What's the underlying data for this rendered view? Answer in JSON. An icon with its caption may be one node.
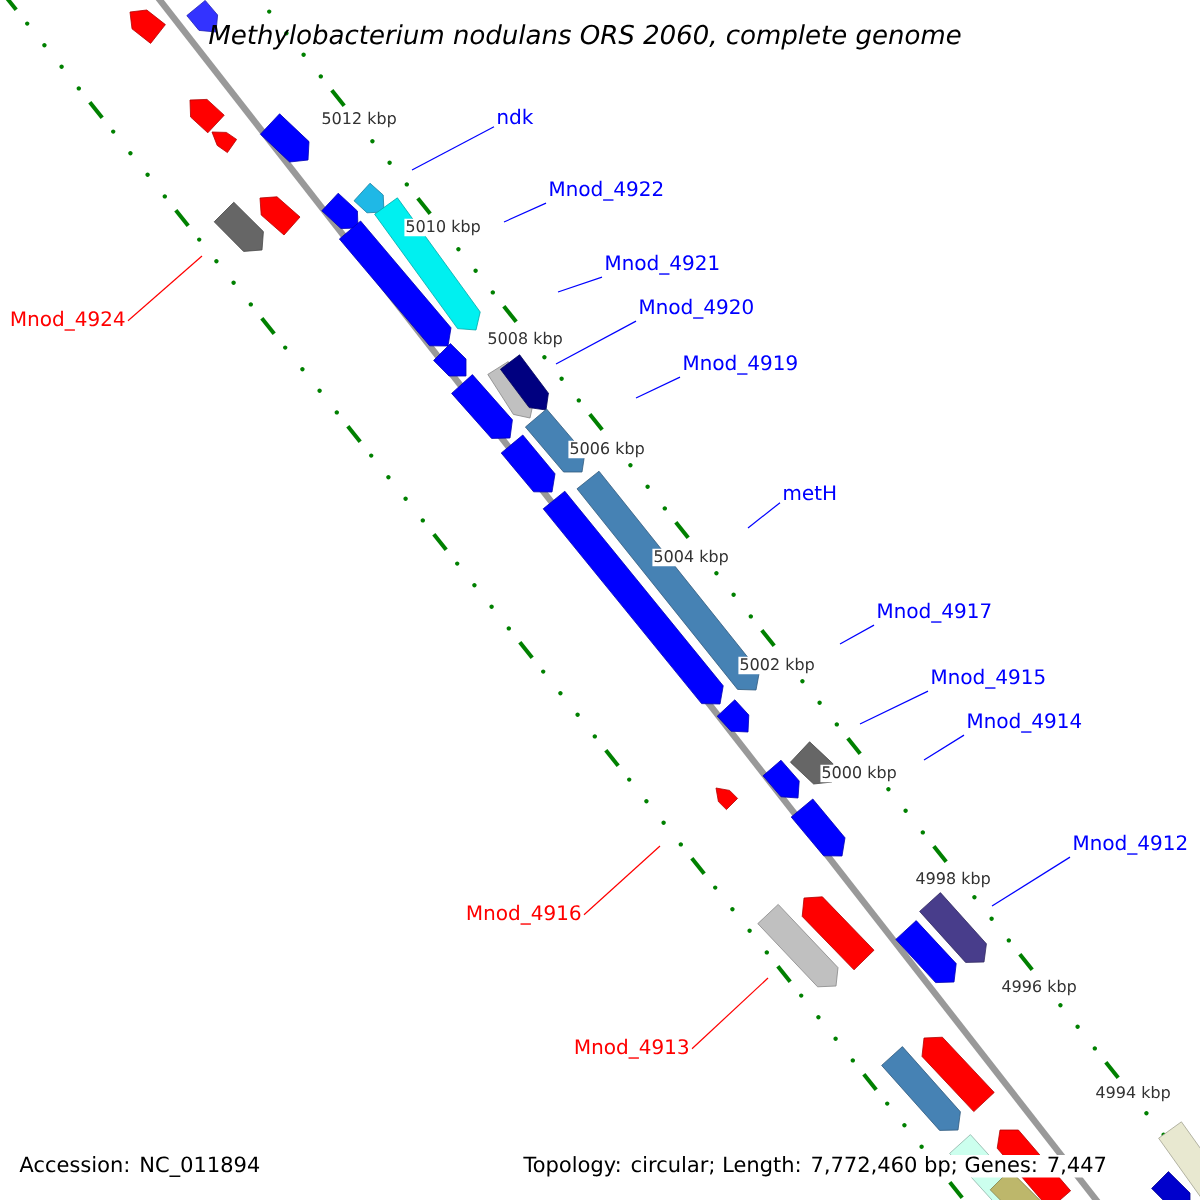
{
  "diagram": {
    "title": "Methylobacterium nodulans ORS 2060, complete genome",
    "nodes": [
      {
        "text": [
          "ndk"
        ]
      },
      {
        "text": [
          "Mnod_4922"
        ]
      },
      {
        "text": [
          "Mnod_4921"
        ]
      },
      {
        "text": [
          "Mnod_4920"
        ]
      },
      {
        "text": [
          "Mnod_4924"
        ]
      },
      {
        "text": [
          "Mnod_4919"
        ]
      },
      {
        "text": [
          "metH"
        ]
      },
      {
        "text": [
          "Mnod_4917"
        ]
      },
      {
        "text": [
          "Mnod_4915"
        ]
      },
      {
        "text": [
          "Mnod_4914"
        ]
      },
      {
        "text": [
          "Mnod_4912"
        ]
      },
      {
        "text": [
          "Mnod_4916"
        ]
      },
      {
        "text": [
          "Mnod_4913"
        ]
      }
    ],
    "edges": [
      {
        "from": 0,
        "to": null,
        "arrow": "none"
      },
      {
        "from": 1,
        "to": null,
        "arrow": "none"
      },
      {
        "from": 2,
        "to": null,
        "arrow": "none"
      },
      {
        "from": 3,
        "to": null,
        "arrow": "none"
      },
      {
        "from": 4,
        "to": null,
        "arrow": "none",
        "color": "#ff0000"
      },
      {
        "from": 5,
        "to": null,
        "arrow": "none"
      },
      {
        "from": 6,
        "to": null,
        "arrow": "none"
      },
      {
        "from": 7,
        "to": null,
        "arrow": "none"
      },
      {
        "from": 8,
        "to": null,
        "arrow": "none"
      },
      {
        "from": 9,
        "to": null,
        "arrow": "none"
      },
      {
        "from": 10,
        "to": null,
        "arrow": "none"
      },
      {
        "from": 11,
        "to": null,
        "arrow": "none",
        "color": "#ff0000"
      },
      {
        "from": 12,
        "to": null,
        "arrow": "none",
        "color": "#ff0000"
      }
    ],
    "labels": [
      "5012 kbp",
      "5010 kbp",
      "5008 kbp",
      "5006 kbp",
      "5004 kbp",
      "5002 kbp",
      "5000 kbp",
      "4998 kbp",
      "4996 kbp",
      "4994 kbp",
      "Accession: NC_011894",
      "Topology: circular; Length: 7,772,460 bp; Genes: 7,447"
    ]
  }
}
